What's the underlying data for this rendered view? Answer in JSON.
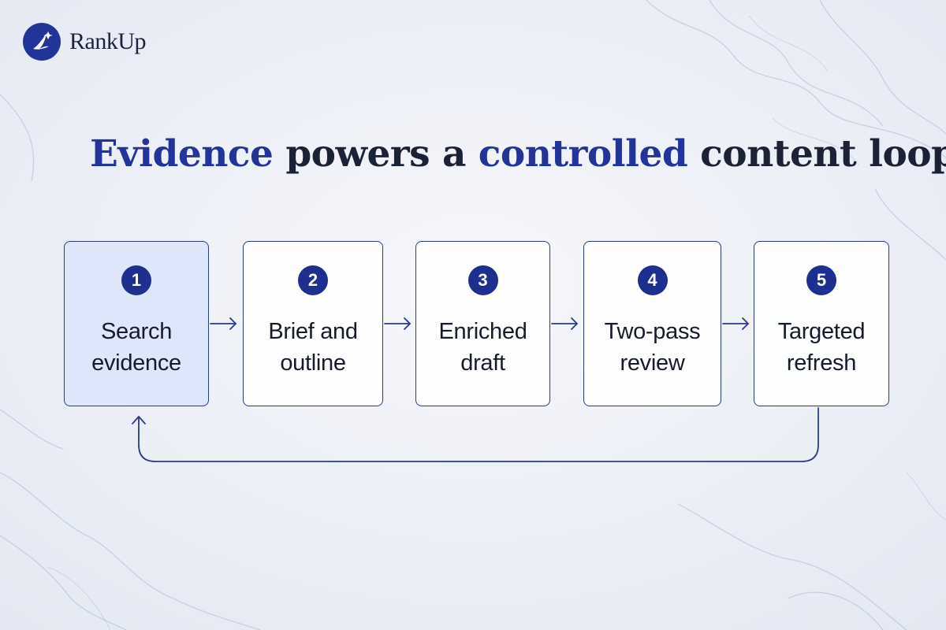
{
  "brand": {
    "name": "RankUp",
    "icon": "rankup-logo-icon",
    "color": "#22349a"
  },
  "title": {
    "parts": [
      {
        "text": "Evidence",
        "accent": true
      },
      {
        "text": " powers a ",
        "accent": false
      },
      {
        "text": "controlled",
        "accent": true
      },
      {
        "text": " content loop",
        "accent": false
      }
    ]
  },
  "steps": [
    {
      "number": "1",
      "lines": [
        "Search",
        "evidence"
      ],
      "highlighted": true
    },
    {
      "number": "2",
      "lines": [
        "Brief and",
        "outline"
      ],
      "highlighted": false
    },
    {
      "number": "3",
      "lines": [
        "Enriched",
        "draft"
      ],
      "highlighted": false
    },
    {
      "number": "4",
      "lines": [
        "Two-pass",
        "review"
      ],
      "highlighted": false
    },
    {
      "number": "5",
      "lines": [
        "Targeted",
        "refresh"
      ],
      "highlighted": false
    }
  ],
  "connectors": {
    "arrow_icon": "arrow-right-icon",
    "loop_back": {
      "from_step": "5",
      "to_step": "1",
      "icon": "loop-back-arrow-icon"
    }
  },
  "colors": {
    "accent": "#22349a",
    "badge": "#1f2f8f",
    "border": "#2b3a8f",
    "highlight_fill": "#dde6fa",
    "text": "#161b2c"
  }
}
